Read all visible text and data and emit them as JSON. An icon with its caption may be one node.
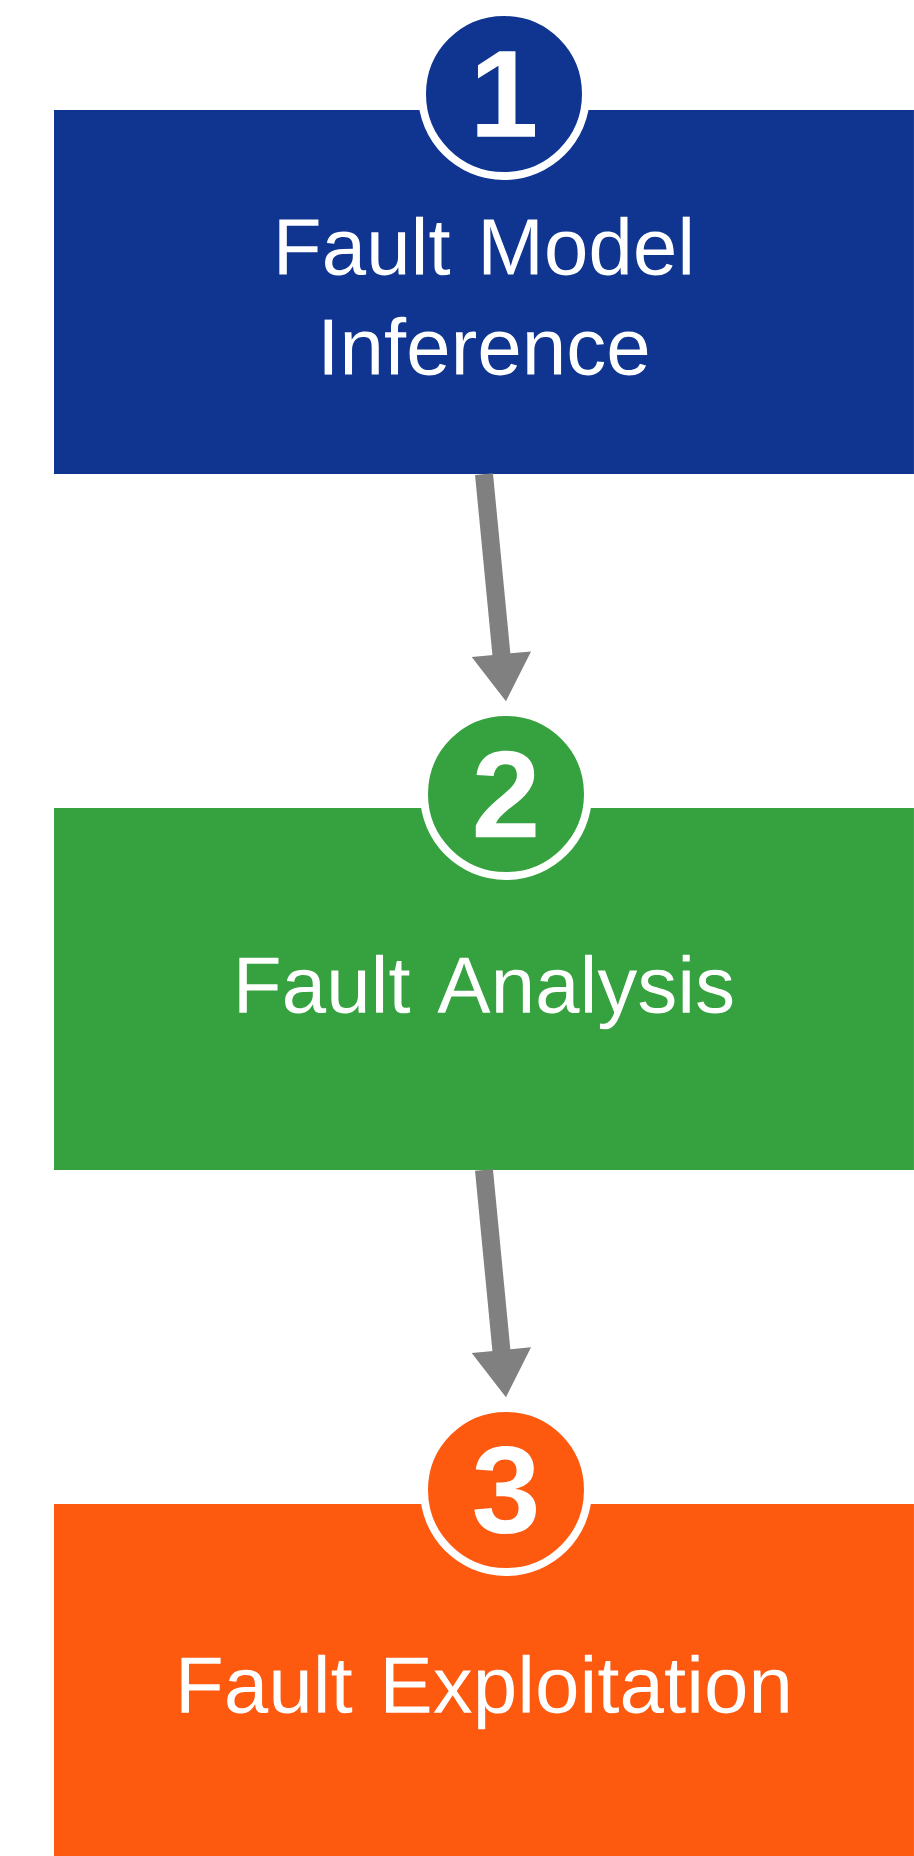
{
  "diagram": {
    "nodes": [
      {
        "text": [
          "1"
        ]
      },
      {
        "text": [
          "Fault Model Inference"
        ]
      },
      {
        "text": [
          "2"
        ]
      },
      {
        "text": [
          "Fault Analysis"
        ]
      },
      {
        "text": [
          "3"
        ]
      },
      {
        "text": [
          "Fault Exploitation"
        ]
      }
    ],
    "edges": [
      {
        "from": 1,
        "to": 2,
        "arrow": "to"
      },
      {
        "from": 3,
        "to": 4,
        "arrow": "to"
      }
    ]
  }
}
